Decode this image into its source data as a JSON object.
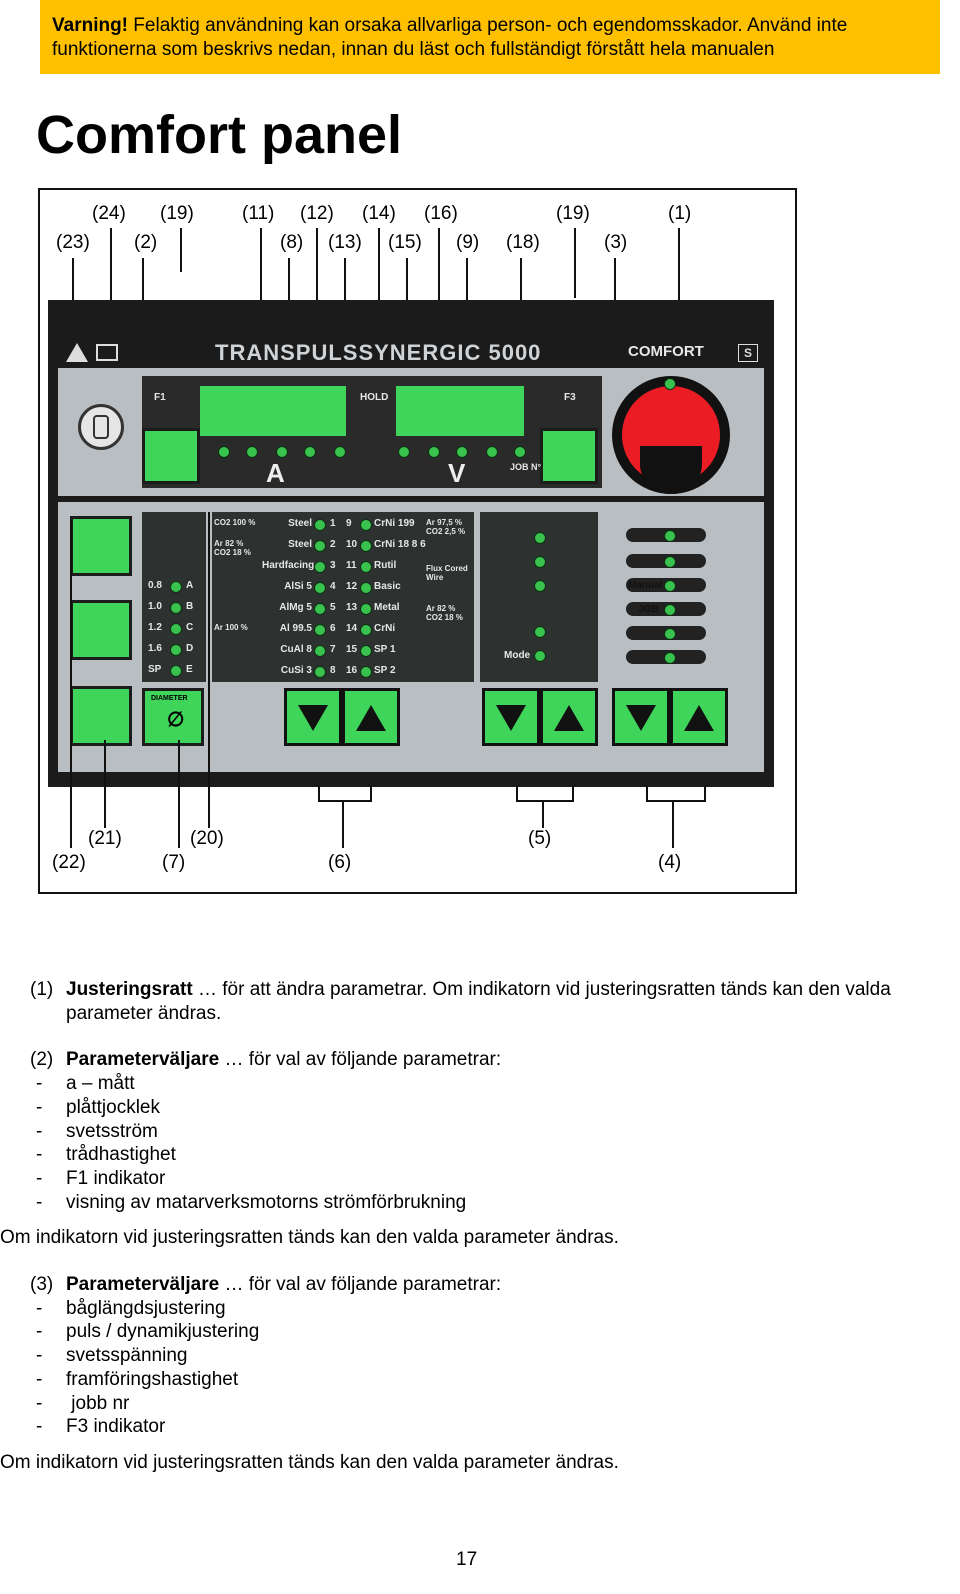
{
  "warning": {
    "strong": "Varning!",
    "text": " Felaktig användning kan orsaka allvarliga person- och egendomsskador. Använd inte funktionerna som beskrivs nedan, innan du läst och fullständigt  förstått hela manualen"
  },
  "title": "Comfort panel",
  "figure": {
    "top_labels_row1": [
      "(24)",
      "(19)",
      "(11)",
      "(12)",
      "(14)",
      "(16)",
      "(19)",
      "(1)"
    ],
    "top_labels_row2": [
      "(23)",
      "(2)",
      "(8)",
      "(13)",
      "(15)",
      "(9)",
      "(18)",
      "(3)"
    ],
    "bottom_labels": [
      "(21)",
      "(20)",
      "(5)",
      "(22)",
      "(7)",
      "(6)",
      "(4)"
    ],
    "brand": "TRANSPULSSYNERGIC 5000",
    "comfort": "COMFORT",
    "s_badge": "S",
    "hold": "HOLD",
    "f1": "F1",
    "f3": "F3",
    "param_a": "A",
    "param_v": "V",
    "job": "JOB N°",
    "gas_lines": [
      {
        "gas": "CO2 100 %",
        "mat": "Steel",
        "n": "1"
      },
      {
        "gas": "Ar 82 % CO2 18 %",
        "mat": "Steel",
        "n": "2"
      },
      {
        "gas": "",
        "mat": "Hardfacing",
        "n": "3"
      },
      {
        "gas": "",
        "mat": "AlSi 5",
        "n": "4"
      },
      {
        "gas": "",
        "mat": "AlMg 5",
        "n": "5"
      },
      {
        "gas": "Ar 100 %",
        "mat": "Al 99.5",
        "n": "6"
      },
      {
        "gas": "",
        "mat": "CuAl 8",
        "n": "7"
      },
      {
        "gas": "",
        "mat": "CuSi 3",
        "n": "8"
      }
    ],
    "right_mats": [
      {
        "n": "9",
        "mat": "CrNi 199"
      },
      {
        "n": "10",
        "mat": "CrNi 18 8 6"
      },
      {
        "n": "11",
        "mat": "Rutil"
      },
      {
        "n": "12",
        "mat": "Basic"
      },
      {
        "n": "13",
        "mat": "Metal"
      },
      {
        "n": "14",
        "mat": "CrNi"
      },
      {
        "n": "15",
        "mat": "SP 1"
      },
      {
        "n": "16",
        "mat": "SP 2"
      }
    ],
    "right_gas": [
      "Ar 97,5 % CO2 2,5 %",
      "Flux Cored Wire",
      "Ar 82 % CO2 18 %"
    ],
    "diameters": [
      "0.8",
      "1.0",
      "1.2",
      "1.6",
      "SP"
    ],
    "diameter_letters": [
      "A",
      "B",
      "C",
      "D",
      "E"
    ],
    "diameter_btn": "DIAMETER",
    "mode": "Mode",
    "manual": "Manual",
    "job_small": "JOB"
  },
  "items": [
    {
      "num": "(1)",
      "name": "Justeringsratt",
      "rest": " … för att ändra parametrar. Om indikatorn vid justeringsratten tänds kan den valda parameter ändras.",
      "list": []
    },
    {
      "num": "(2)",
      "name": "Parameterväljare",
      "rest": " … för val av följande parametrar:",
      "list": [
        "a – mått",
        "plåttjocklek",
        "svetsström",
        "trådhastighet",
        "F1 indikator",
        "visning av matarverksmotorns strömförbrukning"
      ],
      "after": "Om indikatorn vid justeringsratten tänds kan den valda parameter ändras."
    },
    {
      "num": "(3)",
      "name": "Parameterväljare",
      "rest": " … för val av följande parametrar:",
      "list": [
        "båglängdsjustering",
        "puls / dynamikjustering",
        "svetsspänning",
        "framföringshastighet",
        " jobb nr",
        "F3 indikator"
      ],
      "after": "Om indikatorn vid justeringsratten tänds kan den valda parameter ändras."
    }
  ],
  "dash": "-",
  "page_number": "17"
}
